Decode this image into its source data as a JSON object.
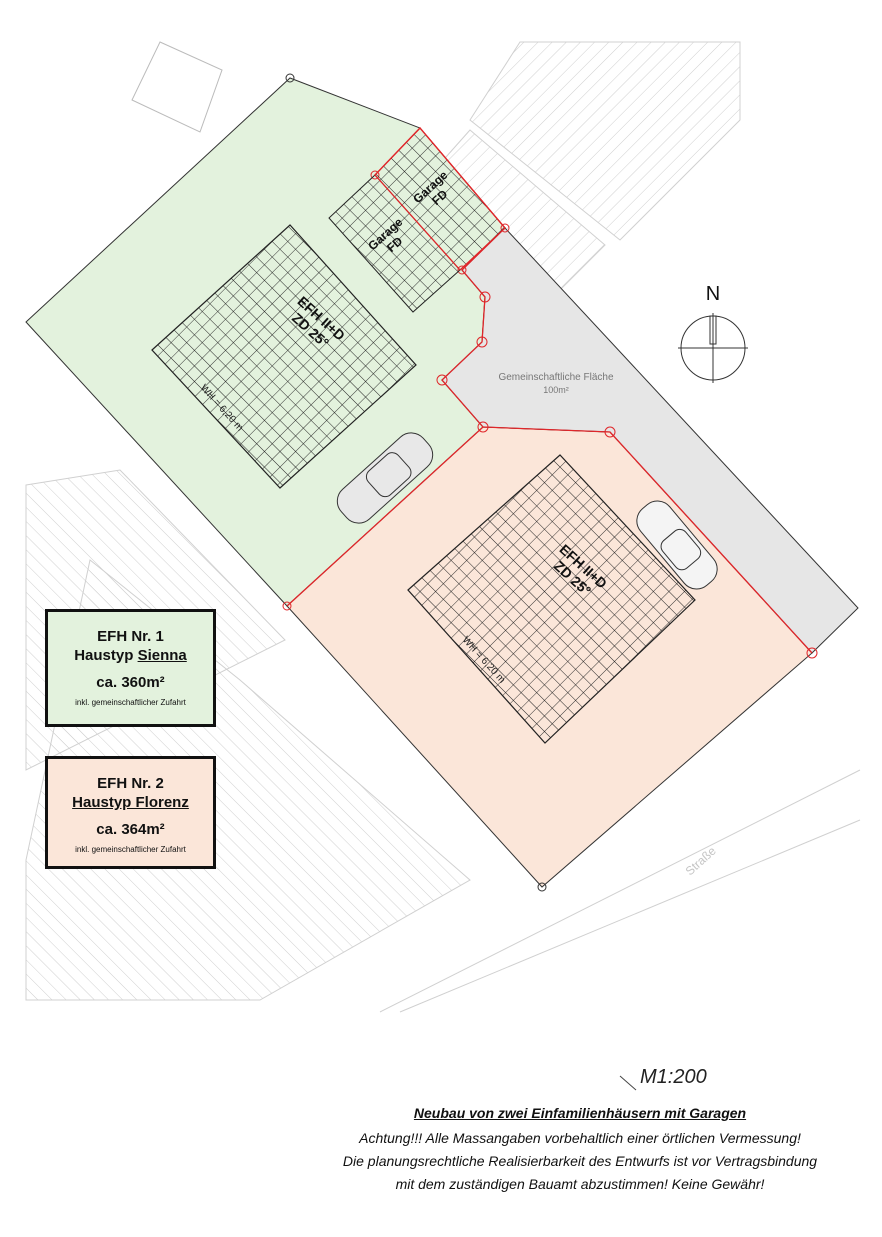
{
  "plan": {
    "north_label": "N",
    "house_1": {
      "label_line1": "EFH  II+D",
      "label_line2": "ZD 25°",
      "wall_height": "WH = 6,20 m"
    },
    "house_2": {
      "label_line1": "EFH  II+D",
      "label_line2": "ZD 25°",
      "wall_height": "WH = 6,20 m"
    },
    "garage_1": {
      "line1": "Garage",
      "line2": "FD"
    },
    "garage_2": {
      "line1": "Garage",
      "line2": "FD"
    },
    "common_area": {
      "label": "Gemeinschaftliche Fläche",
      "area": "100m²"
    },
    "street_label": "Straße",
    "colors": {
      "lot_1": "#e3f2dd",
      "lot_2": "#fbe6d9",
      "common": "#e6e6e6",
      "boundary": "#e0262a"
    }
  },
  "legend": [
    {
      "title": "EFH Nr. 1",
      "type_prefix": "Haustyp ",
      "type_name": "Sienna",
      "area": "ca. 360m²",
      "note": "inkl. gemeinschaftlicher Zufahrt"
    },
    {
      "title": "EFH Nr. 2",
      "type_prefix": "Haustyp ",
      "type_name": "Florenz",
      "area": "ca. 364m²",
      "note": "inkl. gemeinschaftlicher Zufahrt"
    }
  ],
  "footer": {
    "scale": "M1:200",
    "title": "Neubau von zwei Einfamilienhäusern mit Garagen",
    "note_1": "Achtung!!! Alle Massangaben vorbehaltlich einer örtlichen Vermessung!",
    "note_2": "Die planungsrechtliche Realisierbarkeit des Entwurfs ist vor Vertragsbindung",
    "note_3": "mit dem zuständigen Bauamt abzustimmen! Keine Gewähr!"
  }
}
